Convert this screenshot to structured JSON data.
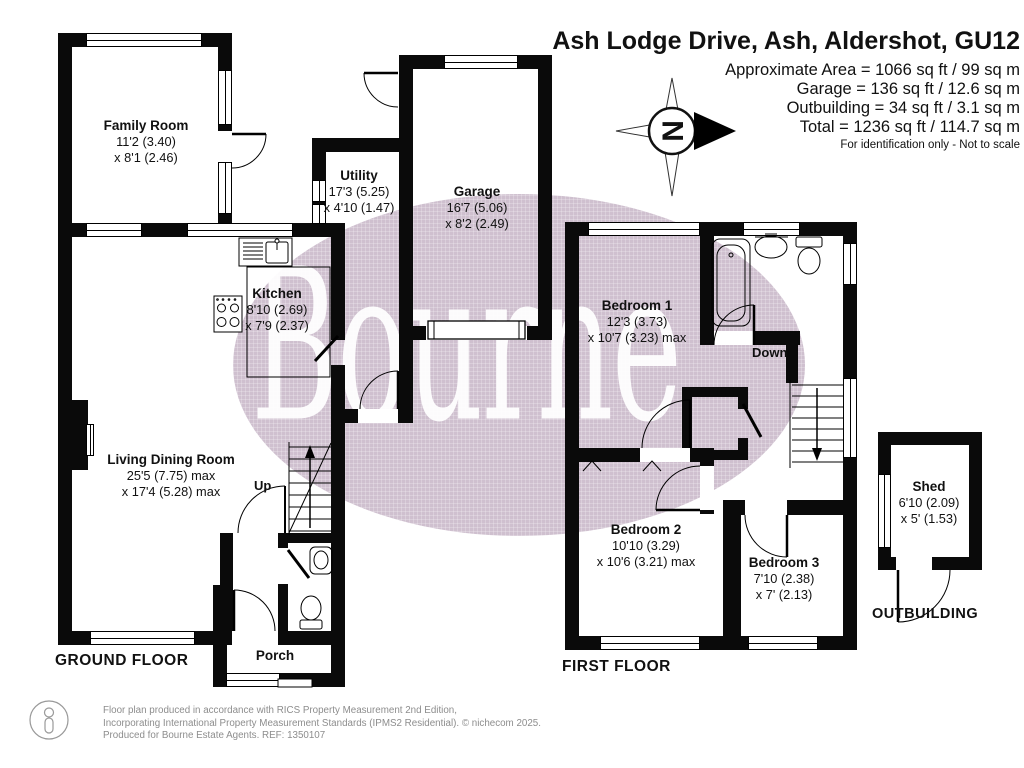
{
  "header": {
    "title": "Ash Lodge Drive, Ash, Aldershot, GU12",
    "area_lines": [
      "Approximate Area = 1066 sq ft / 99 sq m",
      "Garage = 136 sq ft / 12.6 sq m",
      "Outbuilding = 34 sq ft / 3.1 sq m",
      "Total = 1236 sq ft / 114.7 sq m"
    ],
    "disclaimer": "For identification only - Not to scale",
    "compass_letter": "N"
  },
  "watermark": {
    "text": "Bourne",
    "ellipse_color": "#cfc0cf"
  },
  "rooms": {
    "family_room": {
      "name": "Family Room",
      "dim1": "11'2 (3.40)",
      "dim2": "x 8'1 (2.46)"
    },
    "utility": {
      "name": "Utility",
      "dim1": "17'3 (5.25)",
      "dim2": "x 4'10 (1.47)"
    },
    "garage": {
      "name": "Garage",
      "dim1": "16'7 (5.06)",
      "dim2": "x 8'2 (2.49)"
    },
    "kitchen": {
      "name": "Kitchen",
      "dim1": "8'10 (2.69)",
      "dim2": "x 7'9 (2.37)"
    },
    "living_dining": {
      "name": "Living Dining Room",
      "dim1": "25'5 (7.75) max",
      "dim2": "x 17'4 (5.28) max"
    },
    "porch": {
      "name": "Porch"
    },
    "bedroom1": {
      "name": "Bedroom 1",
      "dim1": "12'3 (3.73)",
      "dim2": "x 10'7 (3.23) max"
    },
    "bedroom2": {
      "name": "Bedroom 2",
      "dim1": "10'10 (3.29)",
      "dim2": "x 10'6 (3.21) max"
    },
    "bedroom3": {
      "name": "Bedroom 3",
      "dim1": "7'10 (2.38)",
      "dim2": "x 7' (2.13)"
    },
    "shed": {
      "name": "Shed",
      "dim1": "6'10 (2.09)",
      "dim2": "x 5' (1.53)"
    }
  },
  "stairs": {
    "up_label": "Up",
    "down_label": "Down"
  },
  "floor_labels": {
    "ground": "GROUND FLOOR",
    "first": "FIRST FLOOR",
    "outbuilding": "OUTBUILDING"
  },
  "footer": {
    "line1": "Floor plan produced in accordance with RICS Property Measurement 2nd Edition,",
    "line2": "Incorporating International Property Measurement Standards (IPMS2 Residential).  © nichecom 2025.",
    "line3": "Produced for Bourne Estate Agents.   REF:  1350107"
  }
}
